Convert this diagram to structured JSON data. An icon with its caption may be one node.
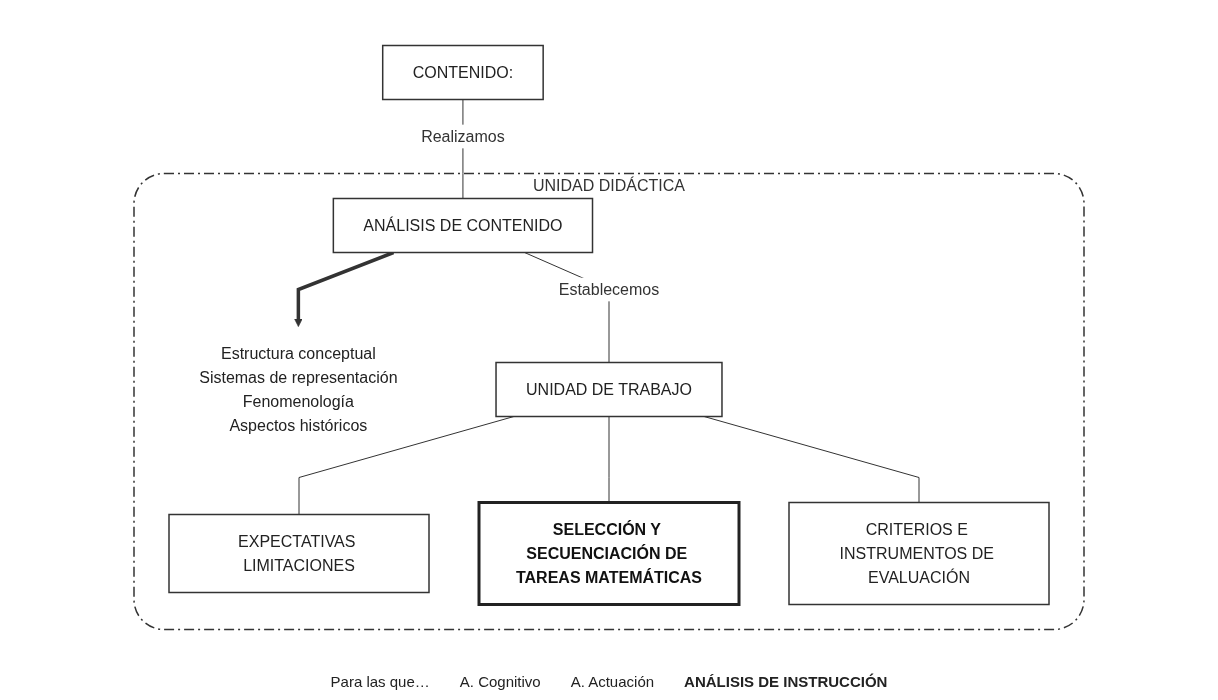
{
  "diagram": {
    "nodes": [
      {
        "text": [
          "CONTENIDO:"
        ]
      },
      {
        "text": [
          "UNIDAD DIDÁCTICA"
        ]
      },
      {
        "text": [
          "ANÁLISIS DE CONTENIDO"
        ],
        "in": 1
      },
      {
        "text": [
          "Estructura conceptual",
          "Sistemas de representación",
          "Fenomenología",
          "Aspectos históricos"
        ],
        "in": 1
      },
      {
        "text": [
          "UNIDAD DE TRABAJO"
        ],
        "in": 1
      },
      {
        "text": [
          "EXPECTATIVAS LIMITACIONES"
        ],
        "in": 1
      },
      {
        "text": [
          "SELECCIÓN Y SECUENCIACIÓN DE TAREAS MATEMÁTICAS"
        ],
        "in": 1
      },
      {
        "text": [
          "CRITERIOS E INSTRUMENTOS DE EVALUACIÓN"
        ],
        "in": 1
      }
    ],
    "edges": [
      {
        "from": 0,
        "to": 2,
        "arrow": "none",
        "label": "Realizamos"
      },
      {
        "from": 2,
        "to": 3,
        "arrow": "to",
        "style": "thick"
      },
      {
        "from": 2,
        "to": 4,
        "arrow": "none",
        "label": "Establecemos"
      },
      {
        "from": 4,
        "to": 5,
        "arrow": "none"
      },
      {
        "from": 4,
        "to": 6,
        "arrow": "none"
      },
      {
        "from": 4,
        "to": 7,
        "arrow": "none"
      }
    ],
    "labels": [
      "Para las que…",
      "A. Cognitivo",
      "A. Actuación",
      "ANÁLISIS DE INSTRUCCIÓN"
    ]
  }
}
